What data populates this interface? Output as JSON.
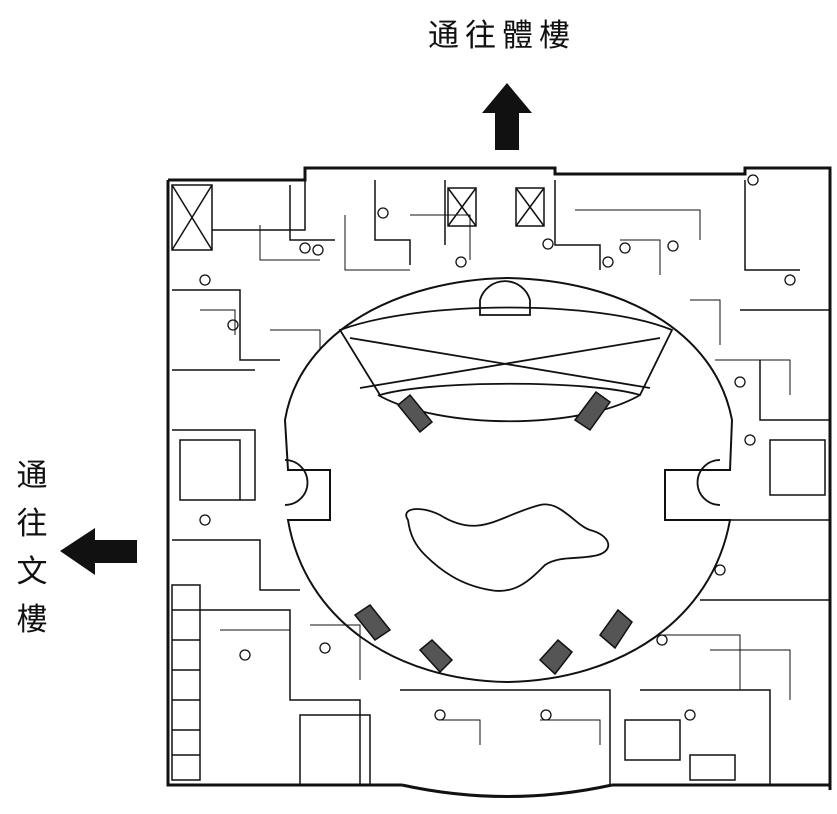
{
  "labels": {
    "north_exit": "通往體樓",
    "west_exit_chars": [
      "通",
      "往",
      "文",
      "樓"
    ]
  },
  "arrows": {
    "north": "up-arrow-icon",
    "west": "left-arrow-icon"
  },
  "colors": {
    "ink": "#111111",
    "background": "#ffffff"
  }
}
